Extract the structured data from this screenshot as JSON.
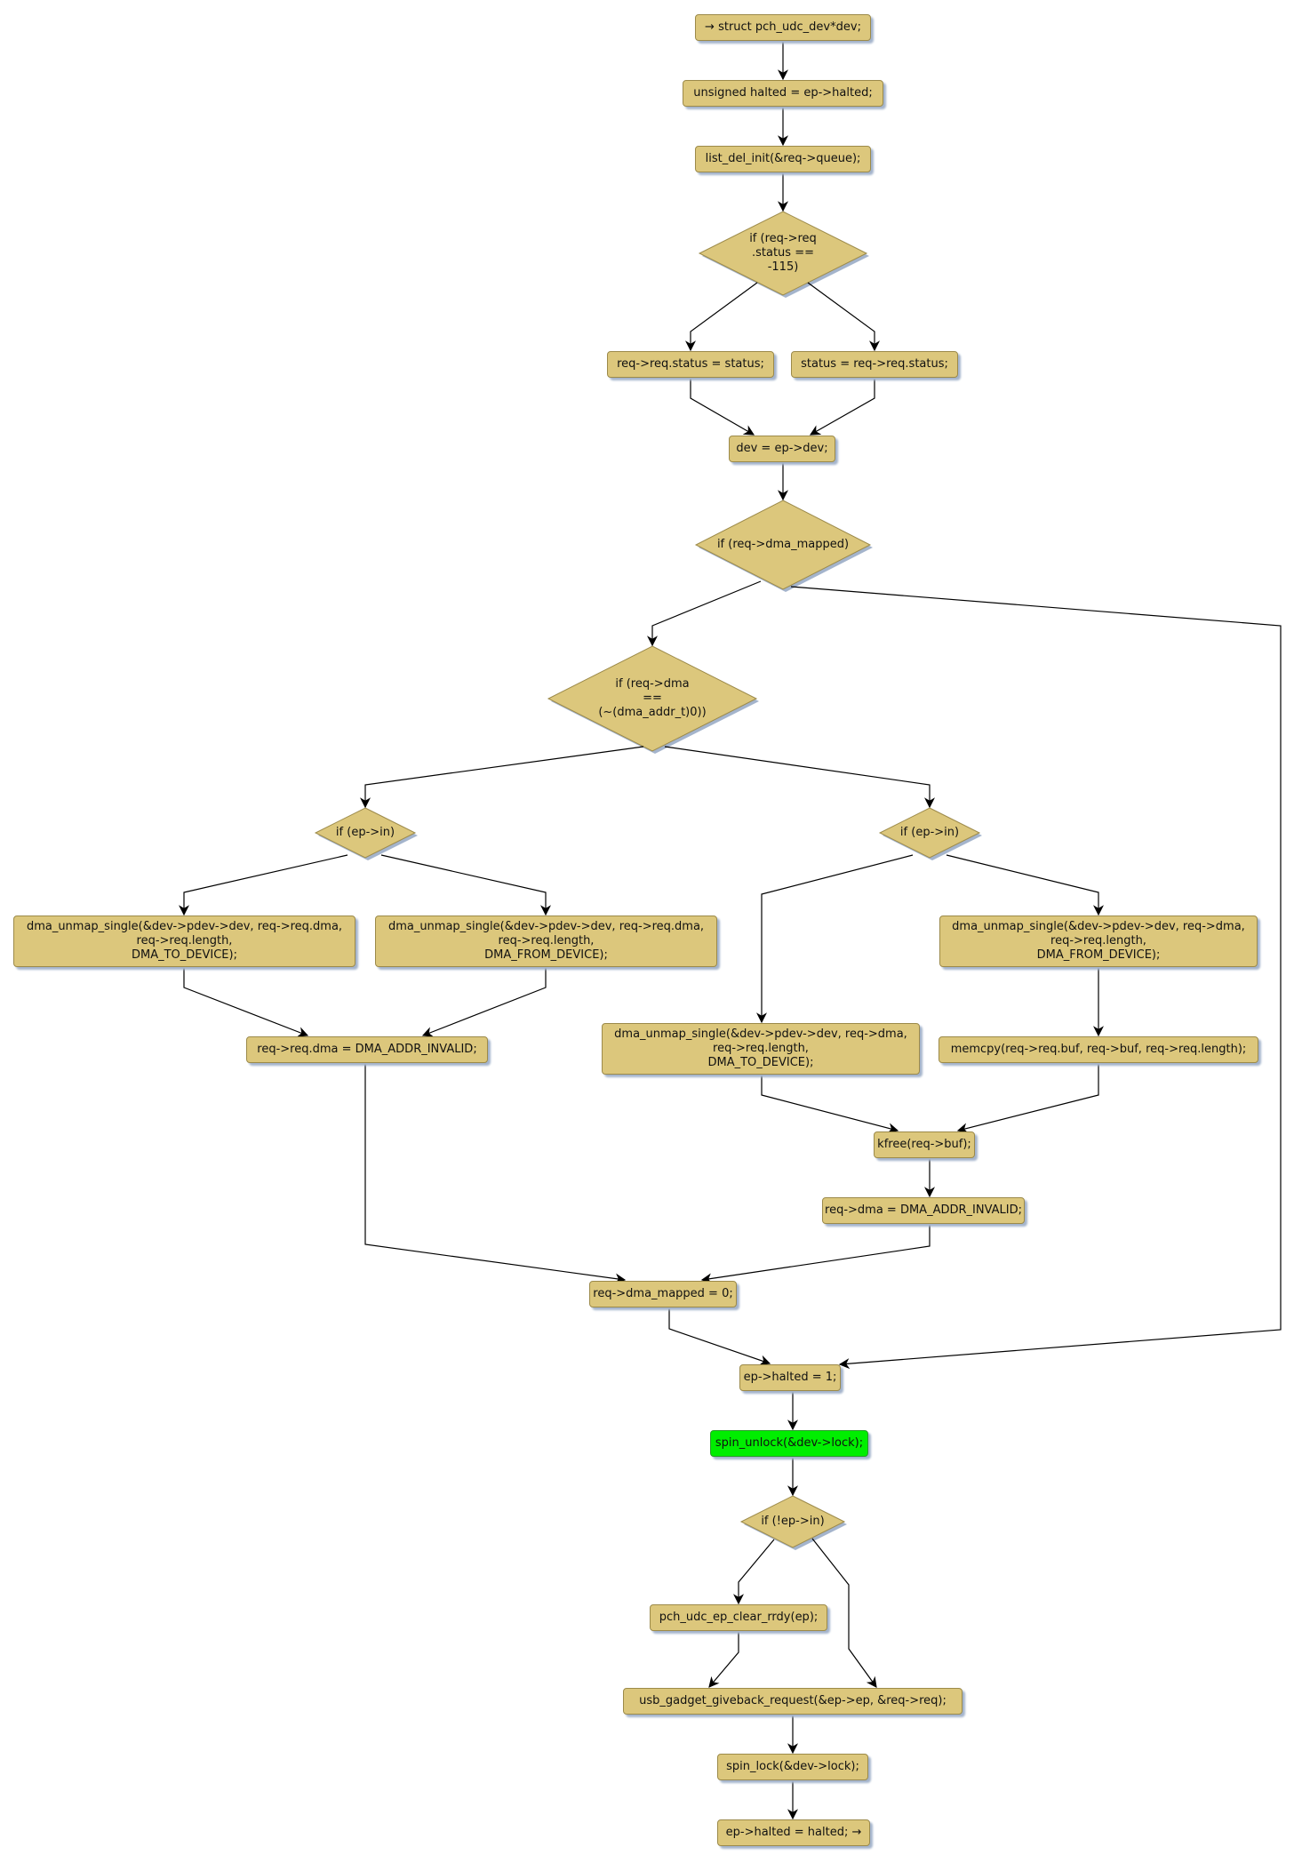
{
  "diagram": {
    "type": "control-flow-graph",
    "colors": {
      "node_fill": "#dcc77c",
      "highlight_fill": "#00ee00",
      "edge": "#000000"
    },
    "nodes": {
      "n_start": "→ struct pch_udc_dev*dev;",
      "n_halted": "unsigned halted = ep->halted;",
      "n_listdel": "list_del_init(&req->queue);",
      "d_status": "if (req->req\n.status ==\n-115)",
      "n_setstatus": "req->req.status = status;",
      "n_getstatus": "status = req->req.status;",
      "n_dev": "dev = ep->dev;",
      "d_mapped": "if (req->dma_mapped)",
      "d_dmainv": "if (req->dma\n==\n(~(dma_addr_t)0))",
      "d_epin_left": "if (ep->in)",
      "d_epin_right": "if (ep->in)",
      "n_unmap_l_to": "dma_unmap_single(&dev->pdev->dev, req->req.dma,\nreq->req.length,\nDMA_TO_DEVICE);",
      "n_unmap_l_from": "dma_unmap_single(&dev->pdev->dev, req->req.dma,\nreq->req.length,\nDMA_FROM_DEVICE);",
      "n_reqdma_inv": "req->req.dma = DMA_ADDR_INVALID;",
      "n_unmap_r_to": "dma_unmap_single(&dev->pdev->dev, req->dma,\nreq->req.length,\nDMA_TO_DEVICE);",
      "n_unmap_r_from": "dma_unmap_single(&dev->pdev->dev, req->dma,\nreq->req.length,\nDMA_FROM_DEVICE);",
      "n_memcpy": "memcpy(req->req.buf, req->buf, req->req.length);",
      "n_kfree": "kfree(req->buf);",
      "n_dma_inv": "req->dma = DMA_ADDR_INVALID;",
      "n_mapped0": "req->dma_mapped = 0;",
      "n_halted1": "ep->halted = 1;",
      "n_unlock": "spin_unlock(&dev->lock);",
      "d_notin": "if (!ep->in)",
      "n_clear": "pch_udc_ep_clear_rrdy(ep);",
      "n_giveback": "usb_gadget_giveback_request(&ep->ep, &req->req);",
      "n_lock": "spin_lock(&dev->lock);",
      "n_end": "ep->halted = halted; →"
    },
    "edges": [
      [
        "n_start",
        "n_halted"
      ],
      [
        "n_halted",
        "n_listdel"
      ],
      [
        "n_listdel",
        "d_status"
      ],
      [
        "d_status",
        "n_setstatus"
      ],
      [
        "d_status",
        "n_getstatus"
      ],
      [
        "n_setstatus",
        "n_dev"
      ],
      [
        "n_getstatus",
        "n_dev"
      ],
      [
        "n_dev",
        "d_mapped"
      ],
      [
        "d_mapped",
        "d_dmainv"
      ],
      [
        "d_mapped",
        "n_halted1"
      ],
      [
        "d_dmainv",
        "d_epin_left"
      ],
      [
        "d_dmainv",
        "d_epin_right"
      ],
      [
        "d_epin_left",
        "n_unmap_l_to"
      ],
      [
        "d_epin_left",
        "n_unmap_l_from"
      ],
      [
        "n_unmap_l_to",
        "n_reqdma_inv"
      ],
      [
        "n_unmap_l_from",
        "n_reqdma_inv"
      ],
      [
        "d_epin_right",
        "n_unmap_r_to"
      ],
      [
        "d_epin_right",
        "n_unmap_r_from"
      ],
      [
        "n_unmap_r_from",
        "n_memcpy"
      ],
      [
        "n_unmap_r_to",
        "n_kfree"
      ],
      [
        "n_memcpy",
        "n_kfree"
      ],
      [
        "n_kfree",
        "n_dma_inv"
      ],
      [
        "n_reqdma_inv",
        "n_mapped0"
      ],
      [
        "n_dma_inv",
        "n_mapped0"
      ],
      [
        "n_mapped0",
        "n_halted1"
      ],
      [
        "n_halted1",
        "n_unlock"
      ],
      [
        "n_unlock",
        "d_notin"
      ],
      [
        "d_notin",
        "n_clear"
      ],
      [
        "d_notin",
        "n_giveback"
      ],
      [
        "n_clear",
        "n_giveback"
      ],
      [
        "n_giveback",
        "n_lock"
      ],
      [
        "n_lock",
        "n_end"
      ]
    ]
  }
}
